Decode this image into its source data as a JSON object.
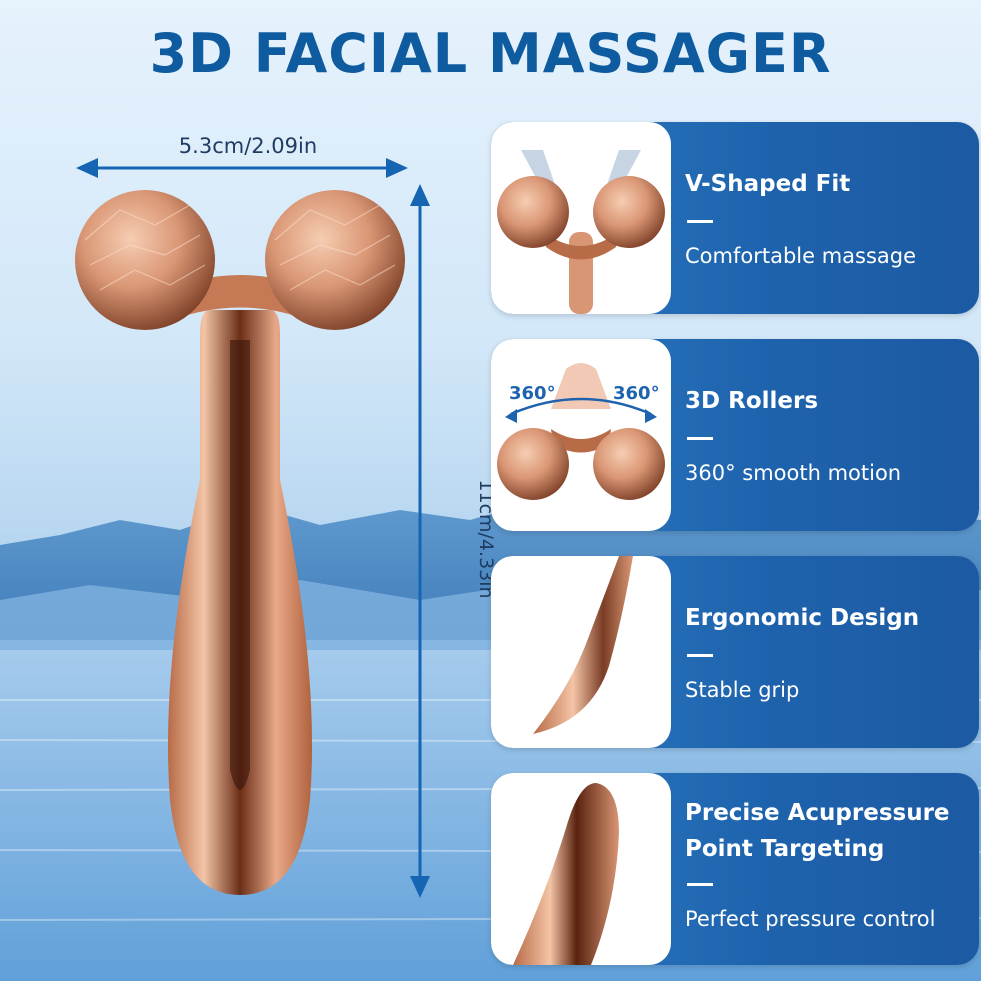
{
  "title": "3D FACIAL MASSAGER",
  "dimensions": {
    "width_label": "5.3cm/2.09in",
    "height_label": "11cm/4.33in"
  },
  "features": [
    {
      "title": "V-Shaped Fit",
      "description": "Comfortable massage"
    },
    {
      "title": "3D Rollers",
      "description": "360° smooth motion",
      "rotation_label": "360°"
    },
    {
      "title": "Ergonomic Design",
      "description": "Stable grip"
    },
    {
      "title": "Precise Acupressure Point Targeting",
      "description": "Perfect pressure control"
    }
  ],
  "colors": {
    "title": "#0e5b9f",
    "card_blue": "#1e63ad",
    "rose_gold": "#d99674"
  }
}
